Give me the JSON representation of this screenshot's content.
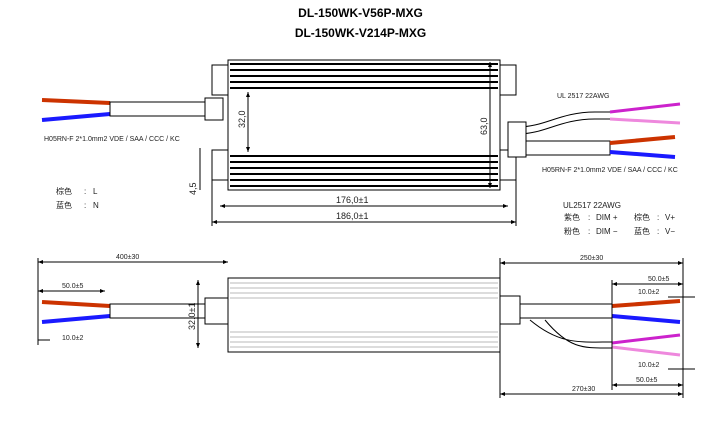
{
  "titles": [
    "DL-150WK-V56P-MXG",
    "DL-150WK-V214P-MXG"
  ],
  "top_view": {
    "dim_height_inner": "32,0",
    "dim_height_outer": "63,0",
    "dim_ear": "4,5",
    "dim_length_inner": "176,0±1",
    "dim_length_outer": "186,0±1",
    "input_cable_spec": "H05RN-F 2*1.0mm2 VDE / SAA / CCC / KC",
    "output_cable_spec": "H05RN-F 2*1.0mm2 VDE / SAA / CCC / KC",
    "dim_cable_spec": "UL 2517 22AWG",
    "input_legend": [
      {
        "color": "棕色",
        "sep": ":",
        "signal": "L"
      },
      {
        "color": "蓝色",
        "sep": ":",
        "signal": "N"
      }
    ],
    "output_legend_title": "UL2517 22AWG",
    "output_legend": [
      {
        "color": "紫色",
        "sep": ":",
        "signal": "DIM +"
      },
      {
        "color": "粉色",
        "sep": ":",
        "signal": "DIM −"
      },
      {
        "color": "棕色",
        "sep": ":",
        "signal": "V+"
      },
      {
        "color": "蓝色",
        "sep": ":",
        "signal": "V−"
      }
    ]
  },
  "side_view": {
    "left_cable_length": "400±30",
    "left_strip_length": "50.0±5",
    "left_tip_length": "10.0±2",
    "height": "32.0±1",
    "right_cable_length_top": "250±30",
    "right_strip_top": "50.0±5",
    "right_tip_top": "10.0±2",
    "right_tip_bottom": "10.0±2",
    "right_strip_bottom": "50.0±5",
    "right_cable_length_bottom": "270±30"
  },
  "colors": {
    "brown": "#cc3300",
    "blue": "#1a1aff",
    "purple": "#cc22cc",
    "pink": "#ee88dd"
  }
}
